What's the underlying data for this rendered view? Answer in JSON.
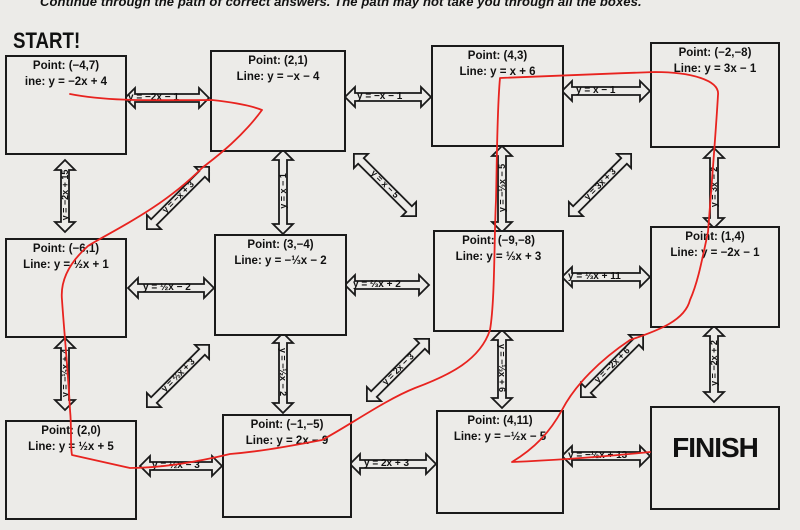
{
  "header": {
    "instructions": "Continue through the path of correct answers. The path may not take you through all the boxes.",
    "start_label": "START!"
  },
  "boxes": [
    {
      "point": "Point: (−4,7)",
      "line": "ine: y = −2x + 4"
    },
    {
      "point": "Point: (2,1)",
      "line": "Line: y = −x − 4"
    },
    {
      "point": "Point: (4,3)",
      "line": "Line: y = x + 6"
    },
    {
      "point": "Point: (−2,−8)",
      "line": "Line: y = 3x − 1"
    },
    {
      "point": "Point: (−6,1)",
      "line": "Line: y = ½x + 1"
    },
    {
      "point": "Point: (3,−4)",
      "line": "Line: y = −⅓x − 2"
    },
    {
      "point": "Point: (−9,−8)",
      "line": "Line: y = ⅓x + 3"
    },
    {
      "point": "Point: (1,4)",
      "line": "Line: y = −2x − 1"
    },
    {
      "point": "Point: (2,0)",
      "line": "Line: y = ½x + 5"
    },
    {
      "point": "Point: (−1,−5)",
      "line": "Line: y = 2x − 9"
    },
    {
      "point": "Point: (4,11)",
      "line": "Line: y = −½x − 5"
    }
  ],
  "finish_label": "FINISH",
  "arrow_labels": {
    "h_row1_a": "y = −2x − 1",
    "h_row1_b": "y = −x − 1",
    "h_row1_c": "y = x − 1",
    "h_row2_a": "y = ½x − 2",
    "h_row2_b": "y = ⅔x + 2",
    "h_row2_c": "y = ⅓x + 11",
    "h_row3_a": "y = ½x − 3",
    "h_row3_b": "y = 2x + 3",
    "h_row3_c": "y = −½x + 13",
    "v_col1_a": "y = −2x + 15",
    "v_col1_b": "y = −½x + 4",
    "v_col2_a": "y = x − 1",
    "v_col2_b": "y = −½x − 2",
    "v_col3_a": "y = −⅓x − 5",
    "v_col3_b": "y = −⅓x + 6",
    "v_col4_a": "y = 3x − 2",
    "v_col4_b": "y = −2x + 2",
    "d_a": "y = −x + 3",
    "d_b": "y = x − 5",
    "d_c": "y = 3x + 3",
    "d_d": "y = ⅔x + 3",
    "d_e": "y = 2x − 3",
    "d_f": "y = −2x + 6"
  },
  "path_color": "#e8231f"
}
